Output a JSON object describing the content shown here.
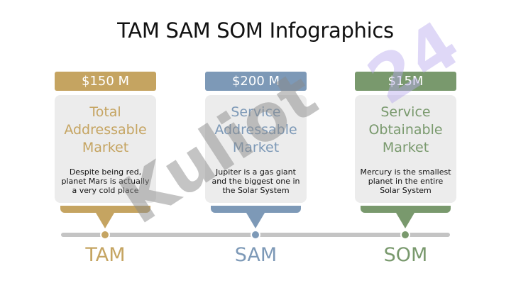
{
  "title": "TAM SAM SOM Infographics",
  "colors": {
    "tam": "#c5a461",
    "sam": "#7d99b7",
    "som": "#79996d"
  },
  "watermark": {
    "text": "Kuliot24"
  },
  "columns": [
    {
      "key": "tam",
      "price": "$150 M",
      "heading": "Total Addressable Market",
      "description": "Despite being red, planet Mars is actually a very cold place",
      "label": "TAM"
    },
    {
      "key": "sam",
      "price": "$200 M",
      "heading": "Service Addressable Market",
      "description": "Jupiter is a gas giant and the biggest one in the Solar System",
      "label": "SAM"
    },
    {
      "key": "som",
      "price": "$15M",
      "heading": "Service Obtainable Market",
      "description": "Mercury is the smallest planet in the entire Solar System",
      "label": "SOM"
    }
  ]
}
